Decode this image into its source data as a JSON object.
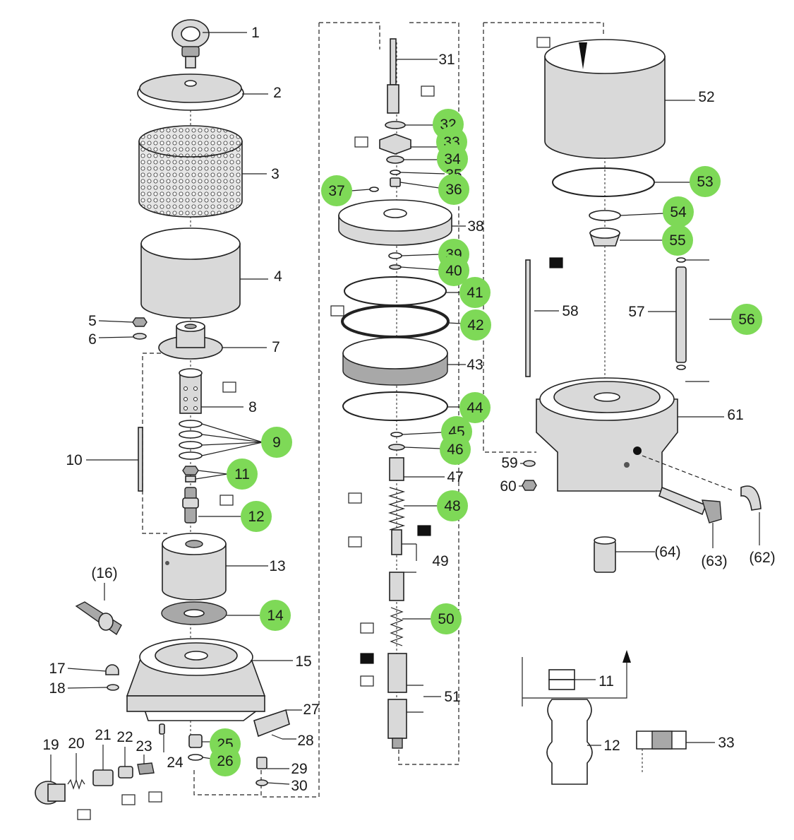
{
  "diagram": {
    "labels": [
      {
        "id": "l1",
        "text": "1"
      },
      {
        "id": "l2",
        "text": "2"
      },
      {
        "id": "l3",
        "text": "3"
      },
      {
        "id": "l4",
        "text": "4"
      },
      {
        "id": "l5",
        "text": "5"
      },
      {
        "id": "l6",
        "text": "6"
      },
      {
        "id": "l7",
        "text": "7"
      },
      {
        "id": "l8",
        "text": "8"
      },
      {
        "id": "l9",
        "text": "9"
      },
      {
        "id": "l10",
        "text": "10"
      },
      {
        "id": "l11",
        "text": "11"
      },
      {
        "id": "l12",
        "text": "12"
      },
      {
        "id": "l13",
        "text": "13"
      },
      {
        "id": "l14",
        "text": "14"
      },
      {
        "id": "l15",
        "text": "15"
      },
      {
        "id": "l16",
        "text": "(16)"
      },
      {
        "id": "l17",
        "text": "17"
      },
      {
        "id": "l18",
        "text": "18"
      },
      {
        "id": "l19",
        "text": "19"
      },
      {
        "id": "l20",
        "text": "20"
      },
      {
        "id": "l21",
        "text": "21"
      },
      {
        "id": "l22",
        "text": "22"
      },
      {
        "id": "l23",
        "text": "23"
      },
      {
        "id": "l24",
        "text": "24"
      },
      {
        "id": "l25",
        "text": "25"
      },
      {
        "id": "l26",
        "text": "26"
      },
      {
        "id": "l27",
        "text": "27"
      },
      {
        "id": "l28",
        "text": "28"
      },
      {
        "id": "l29",
        "text": "29"
      },
      {
        "id": "l30",
        "text": "30"
      },
      {
        "id": "l31",
        "text": "31"
      },
      {
        "id": "l32",
        "text": "32"
      },
      {
        "id": "l33",
        "text": "33"
      },
      {
        "id": "l34",
        "text": "34"
      },
      {
        "id": "l35",
        "text": "35"
      },
      {
        "id": "l36",
        "text": "36"
      },
      {
        "id": "l37",
        "text": "37"
      },
      {
        "id": "l38",
        "text": "38"
      },
      {
        "id": "l39",
        "text": "39"
      },
      {
        "id": "l40",
        "text": "40"
      },
      {
        "id": "l41",
        "text": "41"
      },
      {
        "id": "l42",
        "text": "42"
      },
      {
        "id": "l43",
        "text": "43"
      },
      {
        "id": "l44",
        "text": "44"
      },
      {
        "id": "l45",
        "text": "45"
      },
      {
        "id": "l46",
        "text": "46"
      },
      {
        "id": "l47",
        "text": "47"
      },
      {
        "id": "l48",
        "text": "48"
      },
      {
        "id": "l49",
        "text": "49"
      },
      {
        "id": "l50",
        "text": "50"
      },
      {
        "id": "l51",
        "text": "51"
      },
      {
        "id": "l52",
        "text": "52"
      },
      {
        "id": "l53",
        "text": "53"
      },
      {
        "id": "l54",
        "text": "54"
      },
      {
        "id": "l55",
        "text": "55"
      },
      {
        "id": "l56",
        "text": "56"
      },
      {
        "id": "l57",
        "text": "57"
      },
      {
        "id": "l58",
        "text": "58"
      },
      {
        "id": "l59",
        "text": "59"
      },
      {
        "id": "l60",
        "text": "60"
      },
      {
        "id": "l61",
        "text": "61"
      },
      {
        "id": "l62",
        "text": "(62)"
      },
      {
        "id": "l63",
        "text": "(63)"
      },
      {
        "id": "l64",
        "text": "(64)"
      },
      {
        "id": "l11b",
        "text": "11"
      },
      {
        "id": "l12b",
        "text": "12"
      },
      {
        "id": "l33b",
        "text": "33"
      }
    ],
    "highlight_color": "#7ed957"
  }
}
